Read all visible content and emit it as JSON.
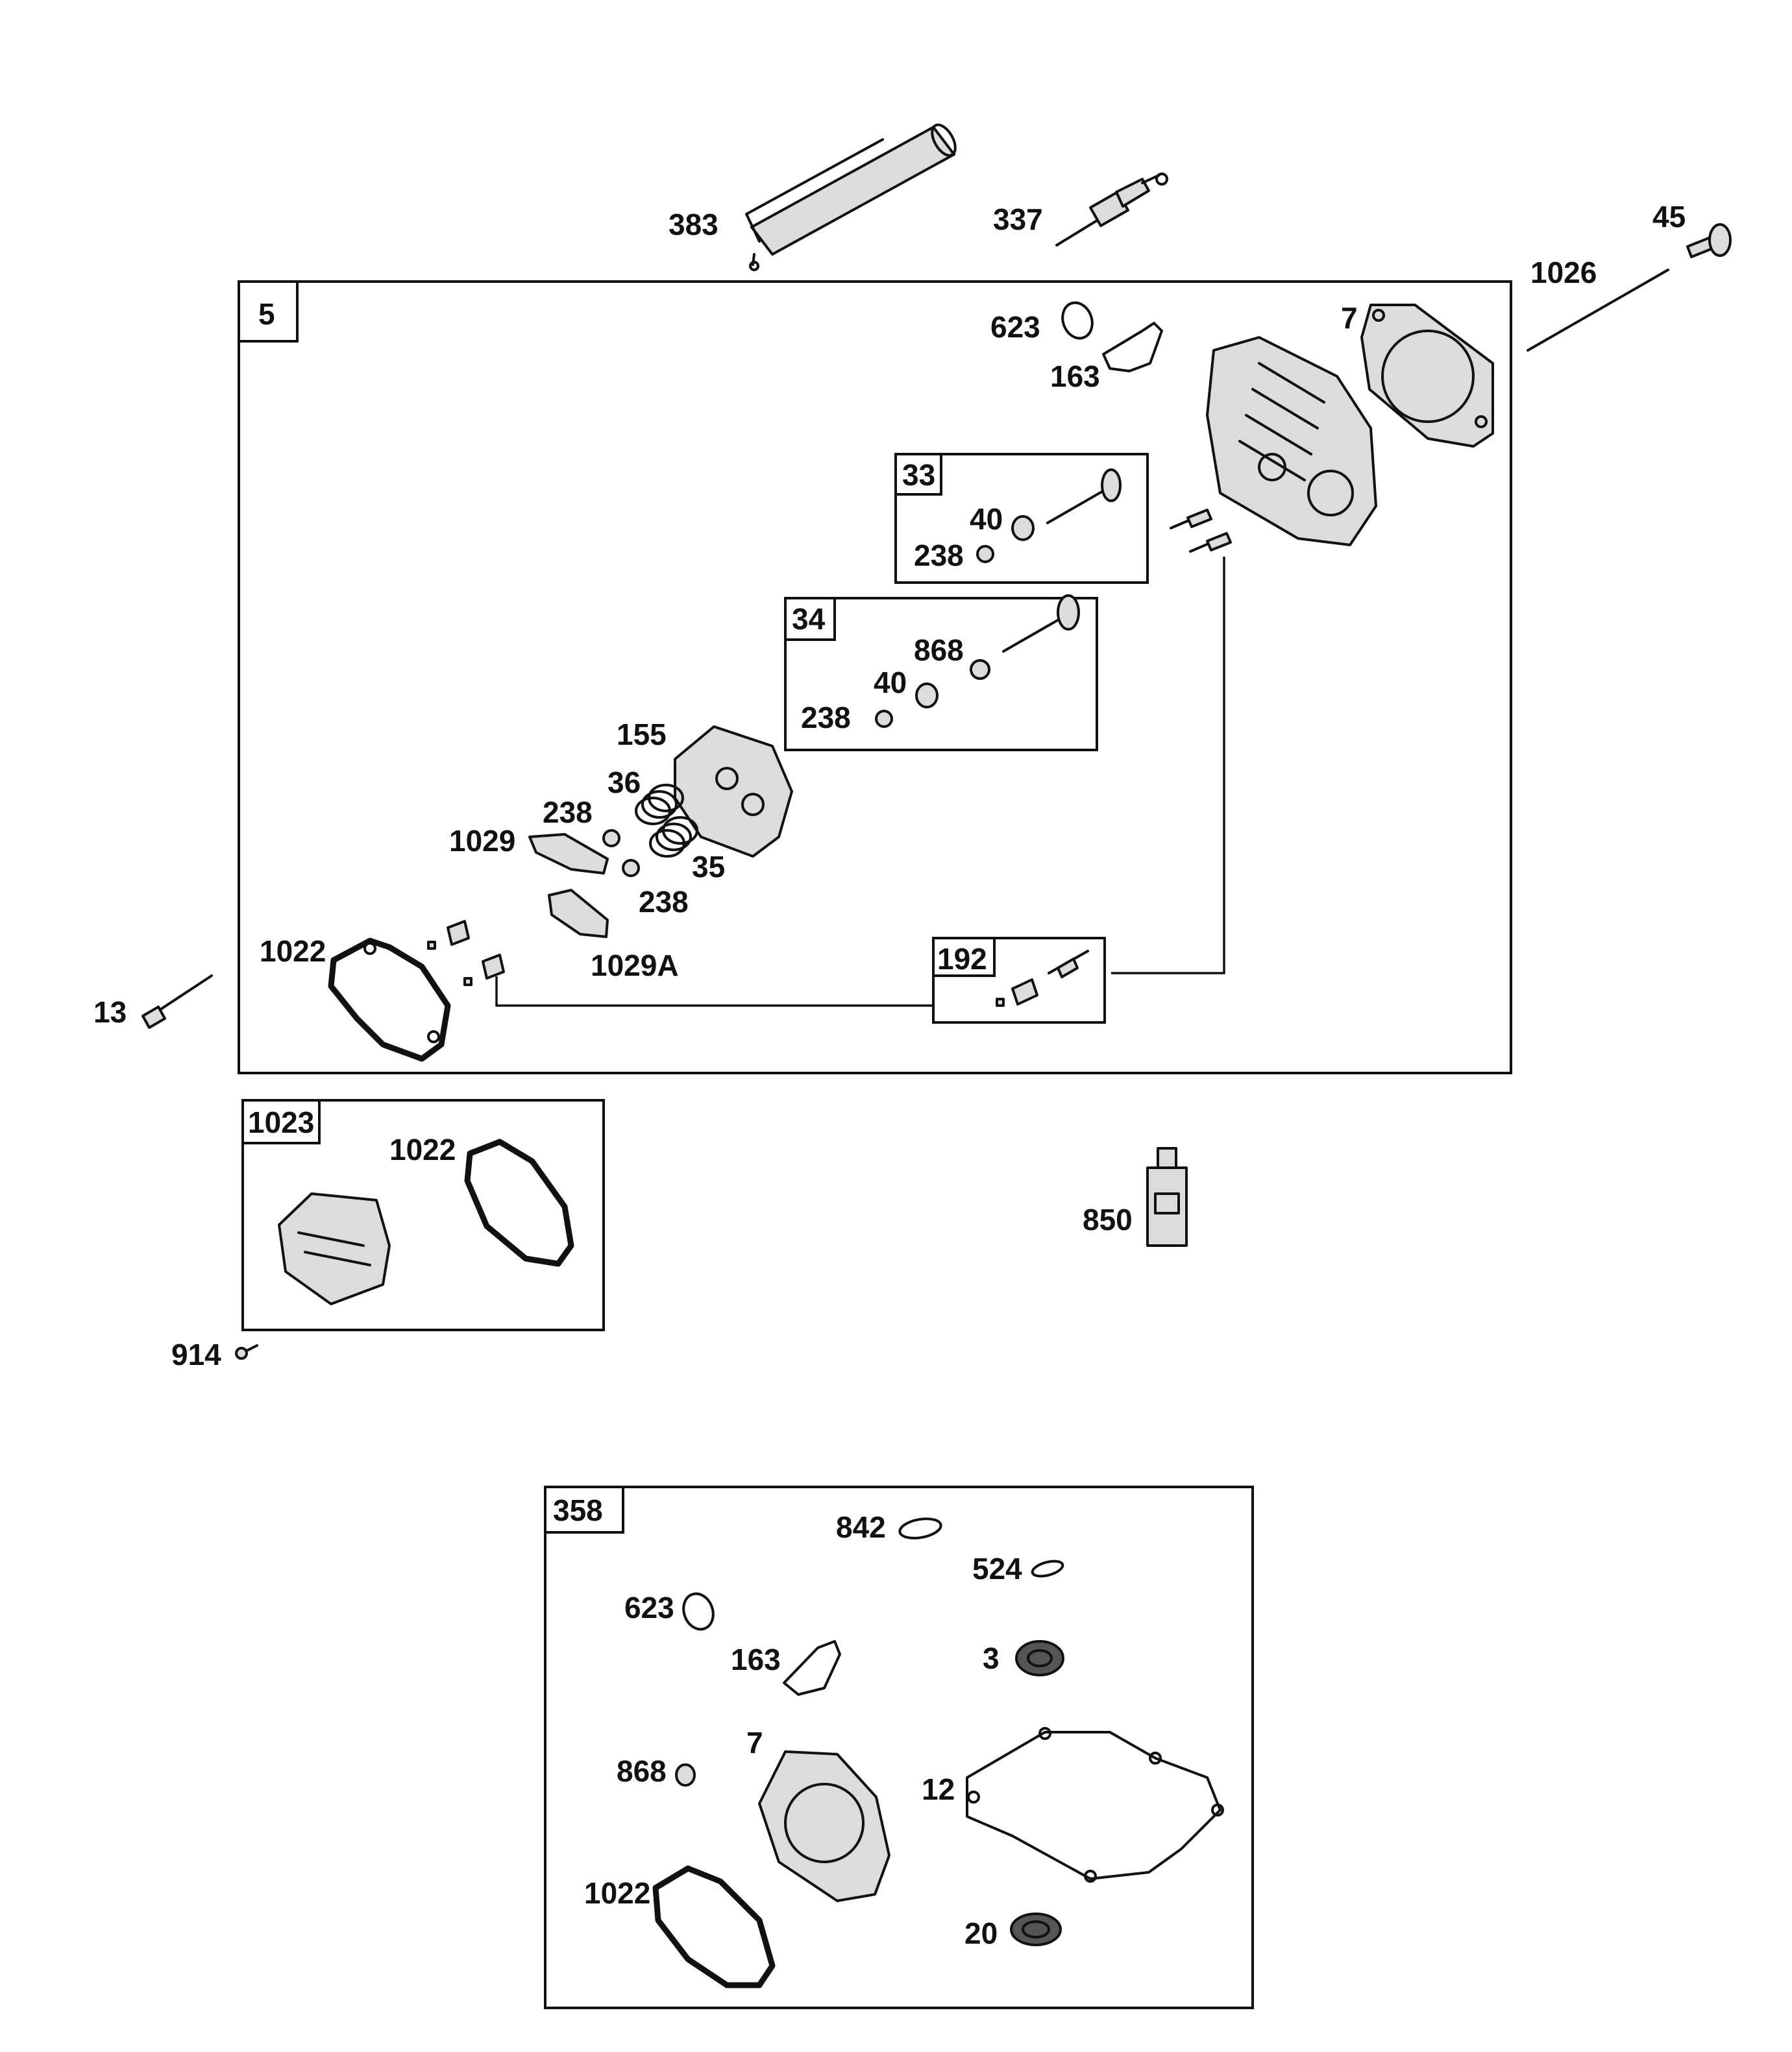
{
  "labels": {
    "l383": "383",
    "l337": "337",
    "l45": "45",
    "l1026": "1026",
    "l5": "5",
    "l623a": "623",
    "l163a": "163",
    "l7a": "7",
    "l33": "33",
    "l40a": "40",
    "l238a": "238",
    "l34": "34",
    "l868a": "868",
    "l40b": "40",
    "l238b": "238",
    "l155": "155",
    "l36": "36",
    "l238c": "238",
    "l1029": "1029",
    "l35": "35",
    "l238d": "238",
    "l1022a": "1022",
    "l1029A": "1029A",
    "l192": "192",
    "l13": "13",
    "l1023": "1023",
    "l1022b": "1022",
    "l850": "850",
    "l914": "914",
    "l358": "358",
    "l842": "842",
    "l524": "524",
    "l623b": "623",
    "l163b": "163",
    "l3": "3",
    "l868b": "868",
    "l7b": "7",
    "l12": "12",
    "l1022c": "1022",
    "l20": "20"
  }
}
